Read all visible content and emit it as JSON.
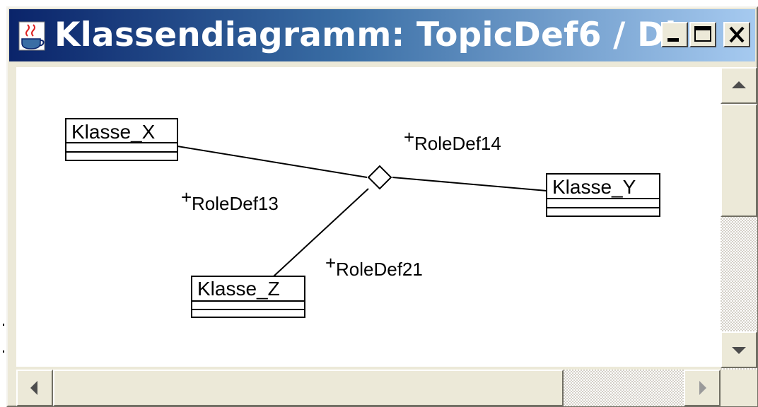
{
  "window": {
    "title": "Klassendiagramm: TopicDef6 / Di...",
    "buttons": {
      "minimize": "minimize",
      "maximize": "maximize",
      "close": "close"
    }
  },
  "diagram": {
    "classes": [
      {
        "id": "klasse_x",
        "name": "Klasse_X"
      },
      {
        "id": "klasse_y",
        "name": "Klasse_Y"
      },
      {
        "id": "klasse_z",
        "name": "Klasse_Z"
      }
    ],
    "roles": [
      {
        "id": "role14",
        "marker": "+",
        "name": "RoleDef14"
      },
      {
        "id": "role13",
        "marker": "+",
        "name": "RoleDef13"
      },
      {
        "id": "role21",
        "marker": "+",
        "name": "RoleDef21"
      }
    ]
  },
  "icons": {
    "app": "java-cup-icon",
    "scroll_up": "arrow-up-icon",
    "scroll_down": "arrow-down-icon",
    "scroll_left": "arrow-left-icon",
    "scroll_right": "arrow-right-icon"
  },
  "colors": {
    "titlebar_start": "#0a246a",
    "titlebar_end": "#a6caf0",
    "window_face": "#ece9d8",
    "canvas": "#ffffff"
  }
}
